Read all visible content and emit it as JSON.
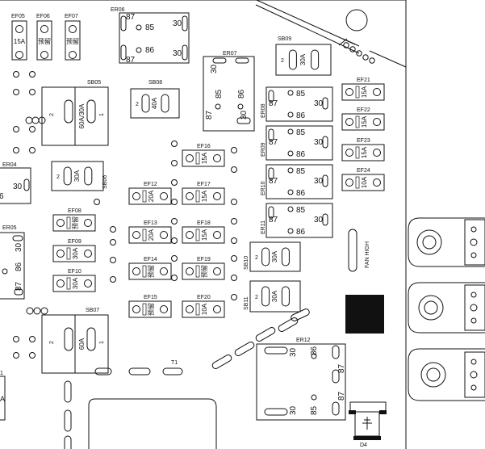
{
  "diagram": {
    "relays": [
      {
        "id": "ER06",
        "pins": [
          "87",
          "85",
          "86",
          "87",
          "30",
          "30"
        ]
      },
      {
        "id": "ER07",
        "pins": [
          "30",
          "85",
          "86",
          "87",
          "30"
        ]
      },
      {
        "id": "ER08",
        "pins": [
          "87",
          "85",
          "30",
          "86"
        ]
      },
      {
        "id": "ER09",
        "pins": [
          "87",
          "85",
          "30",
          "86"
        ]
      },
      {
        "id": "ER10",
        "pins": [
          "87",
          "85",
          "30",
          "86"
        ]
      },
      {
        "id": "ER11",
        "pins": [
          "87",
          "85",
          "30",
          "86"
        ]
      },
      {
        "id": "ER12",
        "pins": [
          "30",
          "86",
          "87",
          "30",
          "85",
          "87"
        ]
      },
      {
        "id": "ER04",
        "pins": [
          "30"
        ]
      },
      {
        "id": "ER05",
        "pins": [
          "30",
          "86",
          "87"
        ]
      }
    ],
    "fuses": [
      {
        "id": "EF05",
        "rating": "15A"
      },
      {
        "id": "EF06",
        "rating": "预留"
      },
      {
        "id": "EF07",
        "rating": "预留"
      },
      {
        "id": "EF08",
        "rating": "预留"
      },
      {
        "id": "EF09",
        "rating": "30A"
      },
      {
        "id": "EF10",
        "rating": "30A"
      },
      {
        "id": "EF12",
        "rating": "20A"
      },
      {
        "id": "EF13",
        "rating": "20A"
      },
      {
        "id": "EF14",
        "rating": "预留"
      },
      {
        "id": "EF15",
        "rating": "预留"
      },
      {
        "id": "EF16",
        "rating": "15A"
      },
      {
        "id": "EF17",
        "rating": "15A"
      },
      {
        "id": "EF18",
        "rating": "15A"
      },
      {
        "id": "EF19",
        "rating": "预留"
      },
      {
        "id": "EF20",
        "rating": "10A"
      },
      {
        "id": "EF21",
        "rating": "15A"
      },
      {
        "id": "EF22",
        "rating": "15A"
      },
      {
        "id": "EF23",
        "rating": "15A"
      },
      {
        "id": "EF24",
        "rating": "10A"
      }
    ],
    "slow_blow_fuses": [
      {
        "id": "SB05",
        "rating": "60A/30A"
      },
      {
        "id": "SB06",
        "rating": "30A"
      },
      {
        "id": "SB07",
        "rating": "60A"
      },
      {
        "id": "SB08",
        "rating": "40A"
      },
      {
        "id": "SB09",
        "rating": "30A"
      },
      {
        "id": "SB10",
        "rating": "30A"
      },
      {
        "id": "SB11",
        "rating": "30A"
      }
    ],
    "labels": {
      "fan_high": "FAN HIGH",
      "t1": "T1",
      "d4": "D4",
      "pin_one": "1",
      "pin_two": "2",
      "edge_a": "6",
      "edge_b": "1",
      "edge_c": "A"
    },
    "colors": {
      "line": "#111111",
      "fill": "#111111",
      "background": "#ffffff"
    }
  }
}
